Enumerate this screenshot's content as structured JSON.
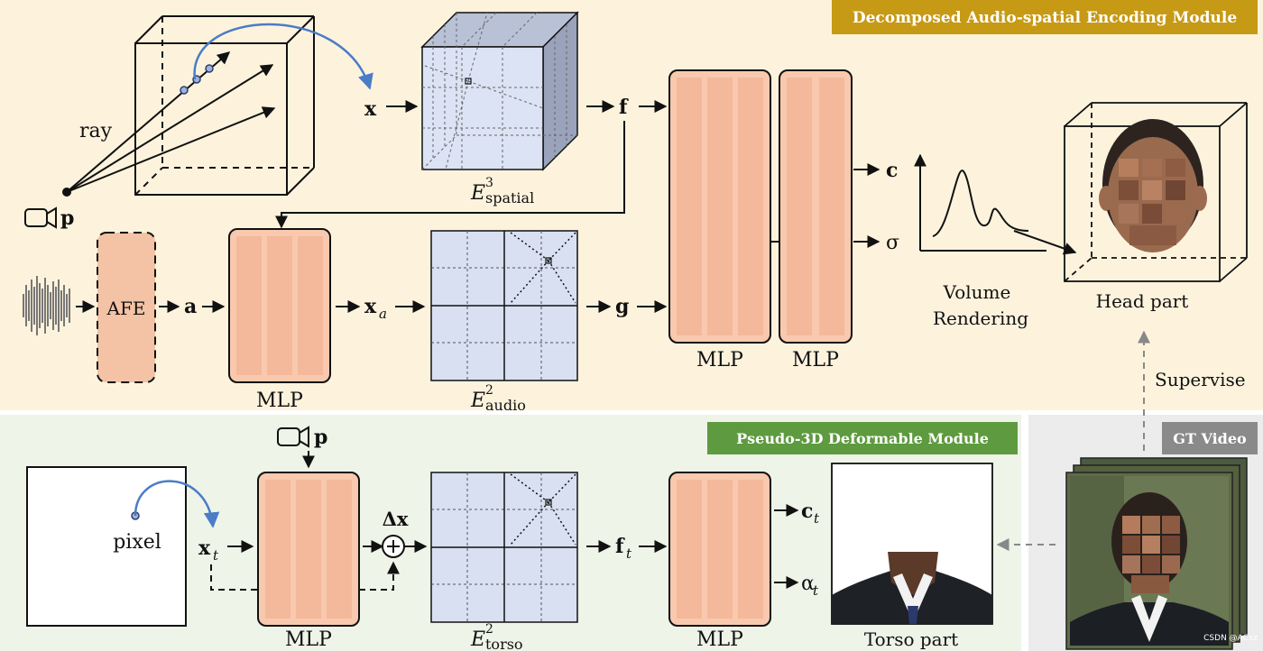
{
  "modules": {
    "top_title": "Decomposed Audio-spatial Encoding Module",
    "bottom_title": "Pseudo-3D Deformable Module",
    "gt_title": "GT Video"
  },
  "colors": {
    "top_bg": "#fdf3dd",
    "bottom_bg": "#eef4e8",
    "gt_bg": "#ececec",
    "top_badge": "#c79a16",
    "bottom_badge": "#5e9a3f",
    "gt_badge": "#8a8a8a",
    "mlp_fill": "#f8c9ae",
    "mlp_bar": "#f3b99a",
    "grid_fill": "#d8e0f2",
    "cube_front": "#dbe3f4",
    "cube_side": "#9aa3bb",
    "cube_top": "#b9c1d6",
    "ray_arc": "#4a7cc7"
  },
  "labels": {
    "ray": "ray",
    "p": "p",
    "x": "x",
    "f": "f",
    "c": "c",
    "sigma": "σ",
    "a": "a",
    "afe": "AFE",
    "xa": "x",
    "xa_sub": "a",
    "g": "g",
    "mlp": "MLP",
    "e_spatial_base": "E",
    "e_spatial_sup": "3",
    "e_spatial_sub": "spatial",
    "e_audio_base": "E",
    "e_audio_sup": "2",
    "e_audio_sub": "audio",
    "e_torso_base": "E",
    "e_torso_sup": "2",
    "e_torso_sub": "torso",
    "volume": "Volume",
    "rendering": "Rendering",
    "head_part": "Head part",
    "supervise": "Supervise",
    "pixel": "pixel",
    "xt": "x",
    "xt_sub": "t",
    "delta_x": "Δx",
    "ft": "f",
    "ft_sub": "t",
    "ct": "c",
    "ct_sub": "t",
    "alpha_t": "α",
    "alpha_sub": "t",
    "torso_part": "Torso part",
    "watermark": "CSDN @ACxz"
  }
}
